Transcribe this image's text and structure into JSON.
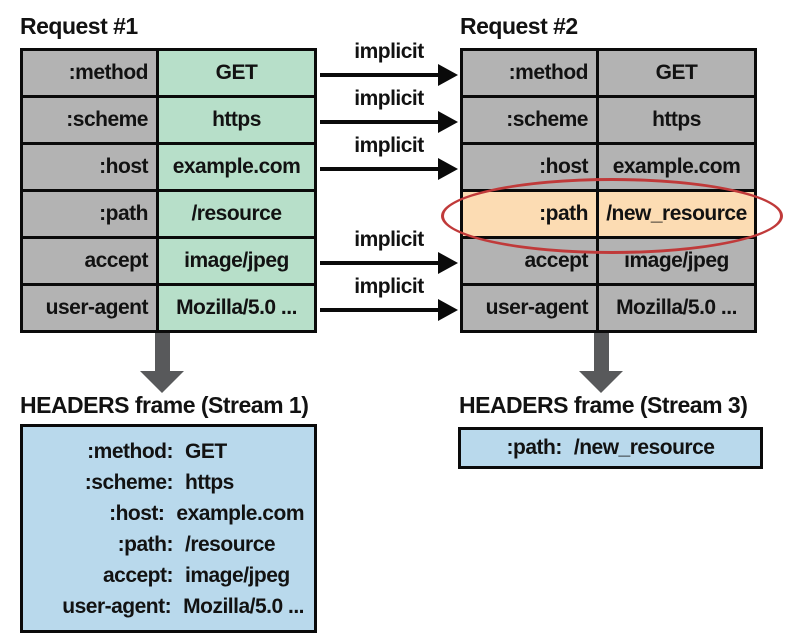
{
  "colors": {
    "cell_gray": "#b3b3b3",
    "cell_green": "#b7dfc9",
    "cell_highlight_orange": "#fcdcb3",
    "frame_blue": "#b9d9ec",
    "down_arrow_gray": "#58595b",
    "ellipse_red": "#c03a3a",
    "line_black": "#0a0a0a"
  },
  "request1": {
    "title": "Request #1",
    "rows": [
      {
        "key": ":method",
        "value": "GET"
      },
      {
        "key": ":scheme",
        "value": "https"
      },
      {
        "key": ":host",
        "value": "example.com"
      },
      {
        "key": ":path",
        "value": "/resource"
      },
      {
        "key": "accept",
        "value": "image/jpeg"
      },
      {
        "key": "user-agent",
        "value": "Mozilla/5.0 ..."
      }
    ]
  },
  "request2": {
    "title": "Request #2",
    "rows": [
      {
        "key": ":method",
        "value": "GET"
      },
      {
        "key": ":scheme",
        "value": "https"
      },
      {
        "key": ":host",
        "value": "example.com"
      },
      {
        "key": ":path",
        "value": "/new_resource",
        "highlighted": true
      },
      {
        "key": "accept",
        "value": "image/jpeg"
      },
      {
        "key": "user-agent",
        "value": "Mozilla/5.0 ..."
      }
    ]
  },
  "arrows": {
    "label": "implicit",
    "connected_rows": [
      ":method",
      ":scheme",
      ":host",
      "accept",
      "user-agent"
    ]
  },
  "frame1": {
    "title": "HEADERS frame (Stream 1)",
    "lines": [
      {
        "key": ":method:",
        "value": "GET"
      },
      {
        "key": ":scheme:",
        "value": "https"
      },
      {
        "key": ":host:",
        "value": "example.com"
      },
      {
        "key": ":path:",
        "value": "/resource"
      },
      {
        "key": "accept:",
        "value": "image/jpeg"
      },
      {
        "key": "user-agent:",
        "value": "Mozilla/5.0 ..."
      }
    ]
  },
  "frame3": {
    "title": "HEADERS frame (Stream 3)",
    "lines": [
      {
        "key": ":path:",
        "value": "/new_resource"
      }
    ]
  }
}
